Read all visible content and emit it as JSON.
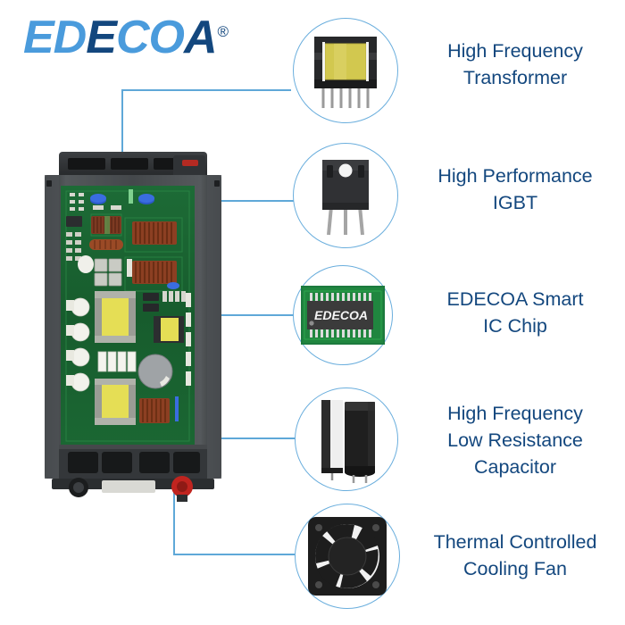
{
  "brand": {
    "name_light_1": "ED",
    "name_dark_1": "E",
    "name_light_2": "CO",
    "name_dark_2": "A",
    "full_name": "EDECOA",
    "registered_mark": "®",
    "color_light": "#4a9bdc",
    "color_dark": "#13477e"
  },
  "theme": {
    "label_color": "#13477e",
    "line_color": "#5fa8d8",
    "circle_stroke": "#6aaedd",
    "background": "#ffffff"
  },
  "product": {
    "name": "power-inverter-internal-view",
    "chassis_color": "#3a3d40",
    "pcb_color": "#1d5c32",
    "accent_terminal_color": "#c0241f"
  },
  "callouts": [
    {
      "id": "transformer",
      "icon": "high-frequency-transformer-icon",
      "lines": [
        "High Frequency",
        "Transformer"
      ]
    },
    {
      "id": "igbt",
      "icon": "igbt-transistor-icon",
      "lines": [
        "High Performance",
        "IGBT"
      ]
    },
    {
      "id": "ic-chip",
      "icon": "smart-ic-chip-icon",
      "chip_marking": "EDECOA",
      "lines": [
        "EDECOA Smart",
        "IC Chip"
      ]
    },
    {
      "id": "capacitor",
      "icon": "electrolytic-capacitor-icon",
      "lines": [
        "High Frequency",
        "Low Resistance",
        "Capacitor"
      ]
    },
    {
      "id": "cooling-fan",
      "icon": "cooling-fan-icon",
      "lines": [
        "Thermal Controlled",
        "Cooling Fan"
      ]
    }
  ]
}
